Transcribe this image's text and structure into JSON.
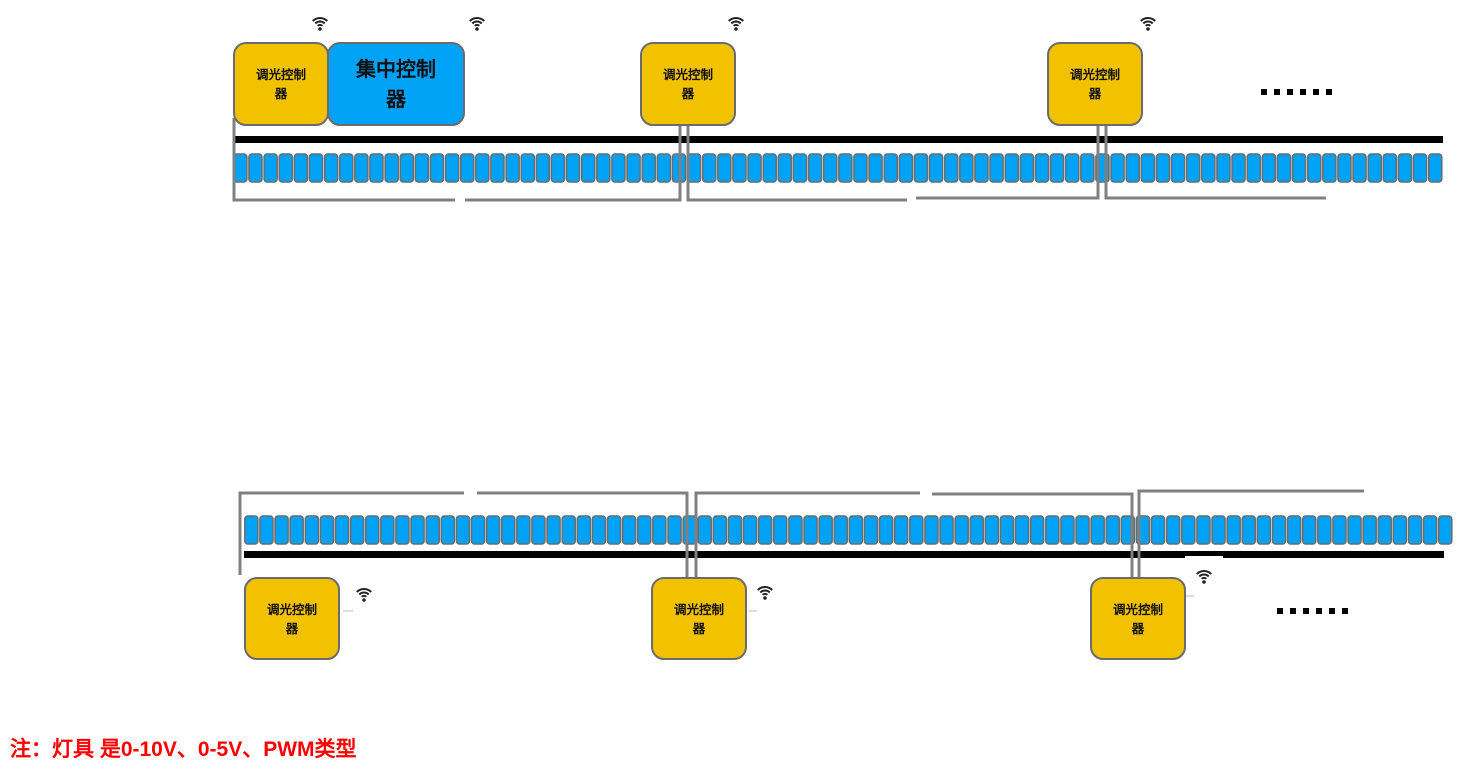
{
  "diagram": {
    "title": "调光控制器 / 集中控制器 接线示意",
    "colors": {
      "dimmer_fill": "#f2c200",
      "central_fill": "#00a2f5",
      "lamp_fill": "#00a2f5",
      "lamp_border": "#6b6b6b",
      "bus_line": "#000000",
      "wire": "#808080",
      "note_text": "#ff0000"
    },
    "central_controller": {
      "label_line1": "集中控制",
      "label_line2": "器",
      "wireless": true
    },
    "dimmer_label_line1": "调光控制",
    "dimmer_label_line2": "器",
    "rows": [
      {
        "name": "top-row",
        "dimmer_count": 3,
        "lamp_count": 80,
        "continuation": "......",
        "wireless_icons": 4
      },
      {
        "name": "bottom-row",
        "dimmer_count": 3,
        "lamp_count": 80,
        "continuation": "......",
        "wireless_icons": 3
      }
    ],
    "note": "注：灯具 是0-10V、0-5V、PWM类型"
  }
}
